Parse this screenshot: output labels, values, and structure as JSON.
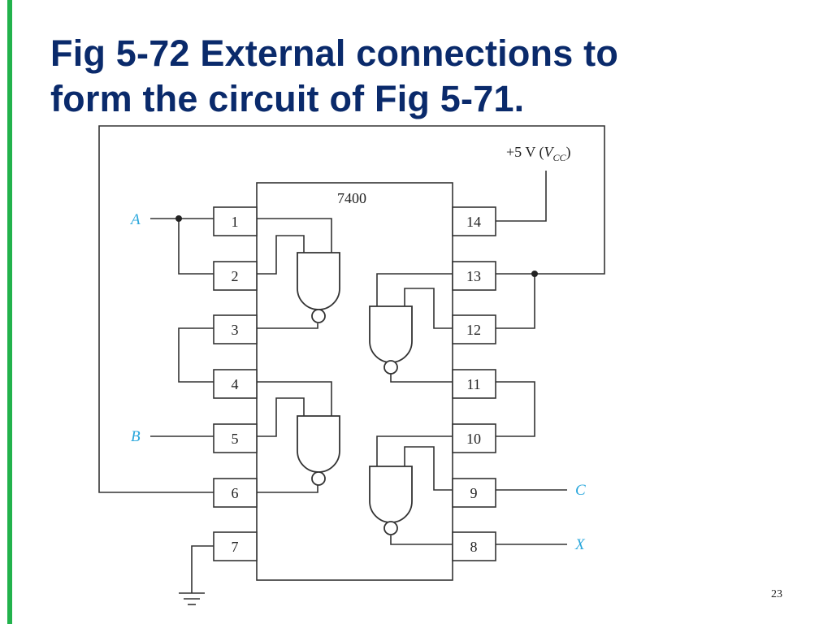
{
  "slide": {
    "title_line1": "Fig 5-72 External connections to",
    "title_line2": "form the circuit of Fig 5-71.",
    "page_number": "23",
    "accent_color": "#22b24c",
    "title_color": "#0a2a6b",
    "io_label_color": "#2aa7dc"
  },
  "diagram": {
    "chip_label": "7400",
    "supply_text": "+5 V (",
    "supply_symbol": "V",
    "supply_subscript": "CC",
    "supply_close": ")",
    "pins": [
      "1",
      "2",
      "3",
      "4",
      "5",
      "6",
      "7",
      "8",
      "9",
      "10",
      "11",
      "12",
      "13",
      "14"
    ],
    "inputs": {
      "a": "A",
      "b": "B"
    },
    "outputs": {
      "c": "C",
      "x": "X"
    },
    "icons": [
      "nand-gate-icon",
      "ground-icon",
      "junction-dot-icon"
    ]
  }
}
